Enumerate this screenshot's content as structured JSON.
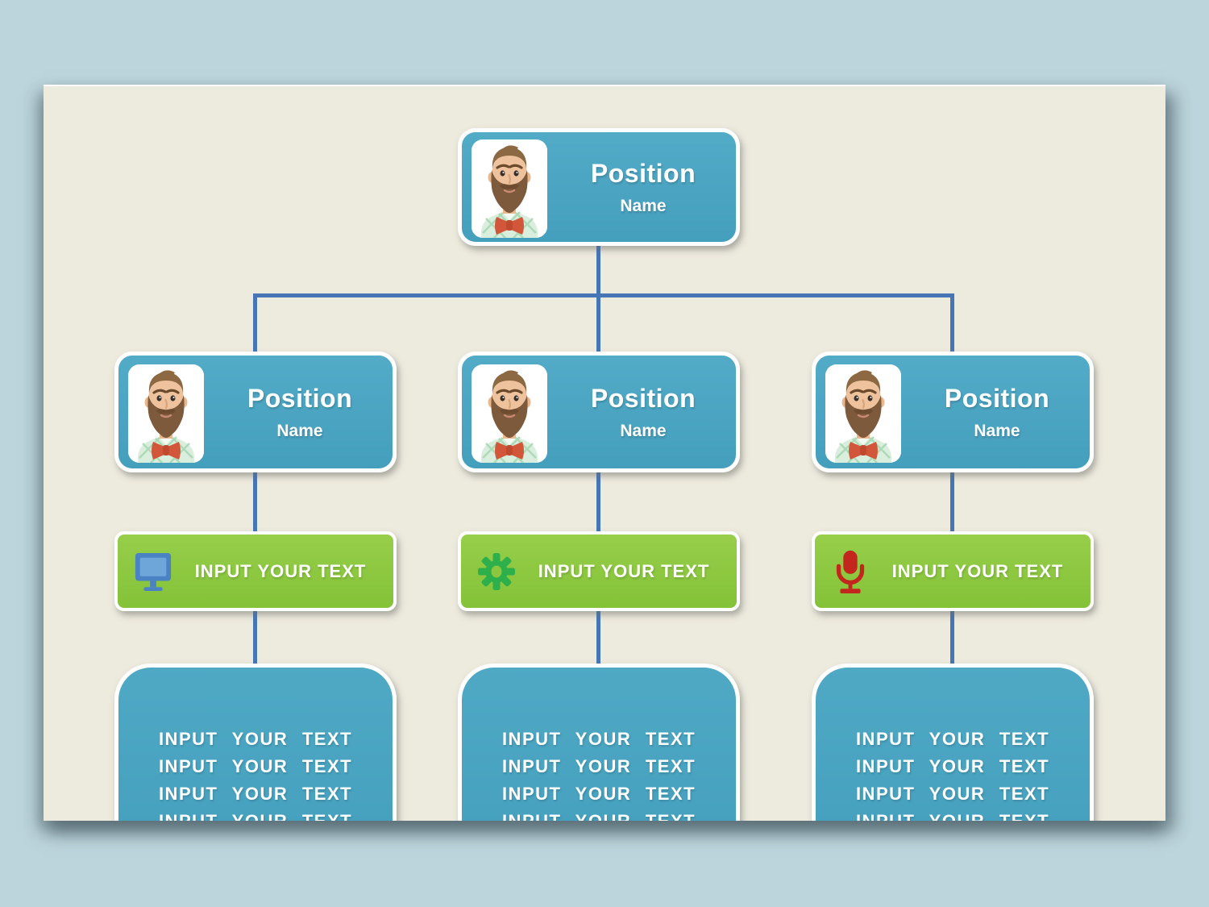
{
  "page": {
    "background": "#BCD4DB"
  },
  "slide": {
    "background": "#EDEADE"
  },
  "colors": {
    "card_blue": "#4AA6C3",
    "tag_green": "#8DC63F",
    "connector_blue": "#4676B6",
    "monitor_icon_blue": "#4B82C3",
    "gear_icon_green": "#2DB04B",
    "microphone_icon_red": "#C3261D"
  },
  "org_chart": {
    "root": {
      "position": "Position",
      "name": "Name"
    },
    "branches": [
      {
        "position": "Position",
        "name": "Name",
        "tag": {
          "icon": "monitor-icon",
          "label": "INPUT YOUR TEXT"
        },
        "lines": [
          "INPUT YOUR TEXT",
          "INPUT YOUR TEXT",
          "INPUT YOUR TEXT",
          "INPUT YOUR TEXT"
        ]
      },
      {
        "position": "Position",
        "name": "Name",
        "tag": {
          "icon": "gear-icon",
          "label": "INPUT YOUR TEXT"
        },
        "lines": [
          "INPUT YOUR TEXT",
          "INPUT YOUR TEXT",
          "INPUT YOUR TEXT",
          "INPUT YOUR TEXT"
        ]
      },
      {
        "position": "Position",
        "name": "Name",
        "tag": {
          "icon": "microphone-icon",
          "label": "INPUT YOUR TEXT"
        },
        "lines": [
          "INPUT YOUR TEXT",
          "INPUT YOUR TEXT",
          "INPUT YOUR TEXT",
          "INPUT YOUR TEXT"
        ]
      }
    ]
  }
}
